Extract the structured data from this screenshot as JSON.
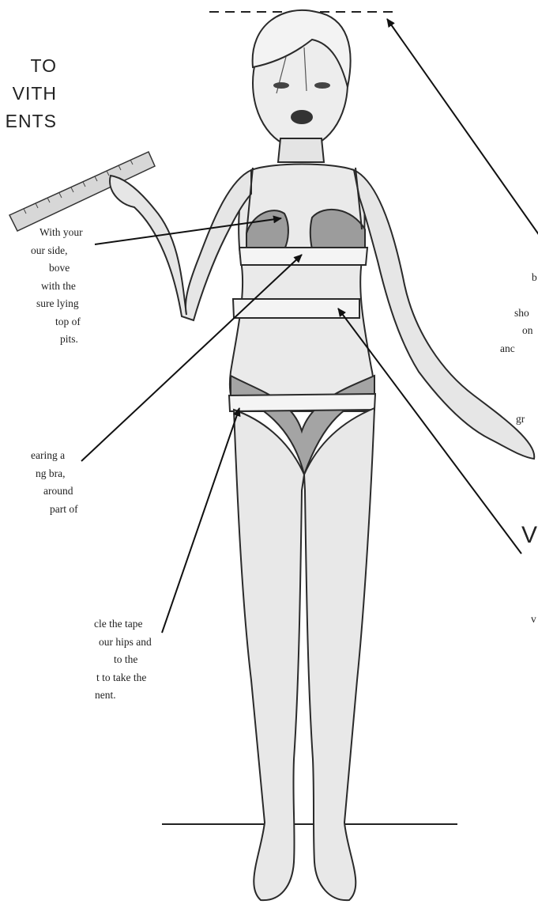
{
  "heading": {
    "lines": [
      "TO",
      "VITH",
      "ENTS"
    ]
  },
  "notes": {
    "bust": [
      "With your",
      "our side,",
      "bove",
      "with the",
      "sure lying",
      "top of",
      "pits."
    ],
    "underbust": [
      "earing a",
      "ng bra,",
      "around",
      "part of"
    ],
    "hips": [
      "cle the tape",
      "our hips and",
      "to the",
      "t to take the",
      "nent."
    ],
    "right_height": [
      "b",
      "sho",
      "on",
      "anc",
      "gr"
    ],
    "right_waist": [
      "V",
      "v"
    ]
  }
}
